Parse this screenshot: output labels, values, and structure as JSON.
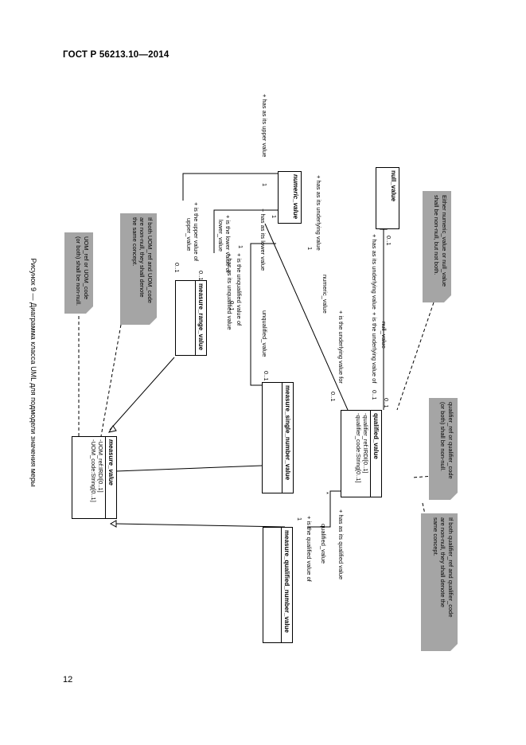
{
  "header": {
    "standard": "ГОСТ Р 56213.10—2014"
  },
  "page_number": "12",
  "figure_caption": "Рисунок 9 — Диаграмма класса UML для подмодели значения меры",
  "classes": {
    "measure_value": {
      "name": "measure_value",
      "attributes": [
        "-UOM_ref:IRDI[0..1]",
        "-UOM_code:String[0..1]"
      ]
    },
    "measure_range_value": {
      "name": "measure_range_value"
    },
    "measure_single_number_value": {
      "name": "measure_single_number_value"
    },
    "measure_qualified_number_value": {
      "name": "measure_qualified_number_value"
    },
    "qualified_value": {
      "name": "qualified_value",
      "attributes": [
        "-qualifier_ref:IRDI[0..1]",
        "-qualifier_code:String[0..1]"
      ]
    },
    "numeric_value": {
      "name": "numeric_value"
    },
    "null_value": {
      "name": "null_value"
    }
  },
  "notes": {
    "uom_non_null": [
      "UOM_ref or UOM_code",
      "(or both) shall be non-null."
    ],
    "uom_same_concept": [
      "If both UOM_ref and UOM_code",
      "are non-null, they shall denote",
      "the same concept."
    ],
    "numeric_or_null": [
      "Either numeric_value or null_value",
      "shall be non-null, but not both."
    ],
    "qualifier_non_null": [
      "qualifier_ref or qualifier_code",
      "(or both) shall be non-null."
    ],
    "qualifier_same_concept": [
      "If both qualifier_ref and qualifier_code",
      "are non-null, they shall denote the",
      "same concept."
    ]
  },
  "labels": {
    "upper_value_of": [
      "+ is the upper value of",
      "upper_value"
    ],
    "range_mult_upper": "0..1",
    "range_mult_lower": "0..1",
    "lower_value_of": [
      "+ is the lower value of",
      "lower_value"
    ],
    "has_upper_value": "+ has as its upper value",
    "has_upper_mult": "1",
    "has_lower_value": "+ has as its lower value",
    "has_lower_mult": "1",
    "unqualified_value_of": [
      "+ is the unqualified value of",
      "0..1"
    ],
    "unqualified_value_name": "unqualified_value",
    "has_unqualified_value": "+ has as its unqualified value",
    "has_unqualified_mult": "1",
    "single_mult": "0..1",
    "numeric_value_name": "numeric_value",
    "has_underlying_value": "+ has as its underlying value",
    "has_underlying_mult": "1",
    "underlying_value_for": "+ is the underlying value for",
    "underlying_for_mult": "0..1",
    "underlying_value_of_null": "+ is the underlying value of",
    "null_value_name": "null_value",
    "has_underlying_null": "+ has as its underlying value",
    "qv_mult_1": "0..1",
    "qv_mult_2": "0..1",
    "null_mult": "0..1",
    "qualified_value_of": "+ is the qualified value of",
    "qualified_value_name": "qualified_value",
    "has_qualified_value": "+ has as its qualified value",
    "qualified_mult_1": "1",
    "qualified_mult_star": "*"
  }
}
